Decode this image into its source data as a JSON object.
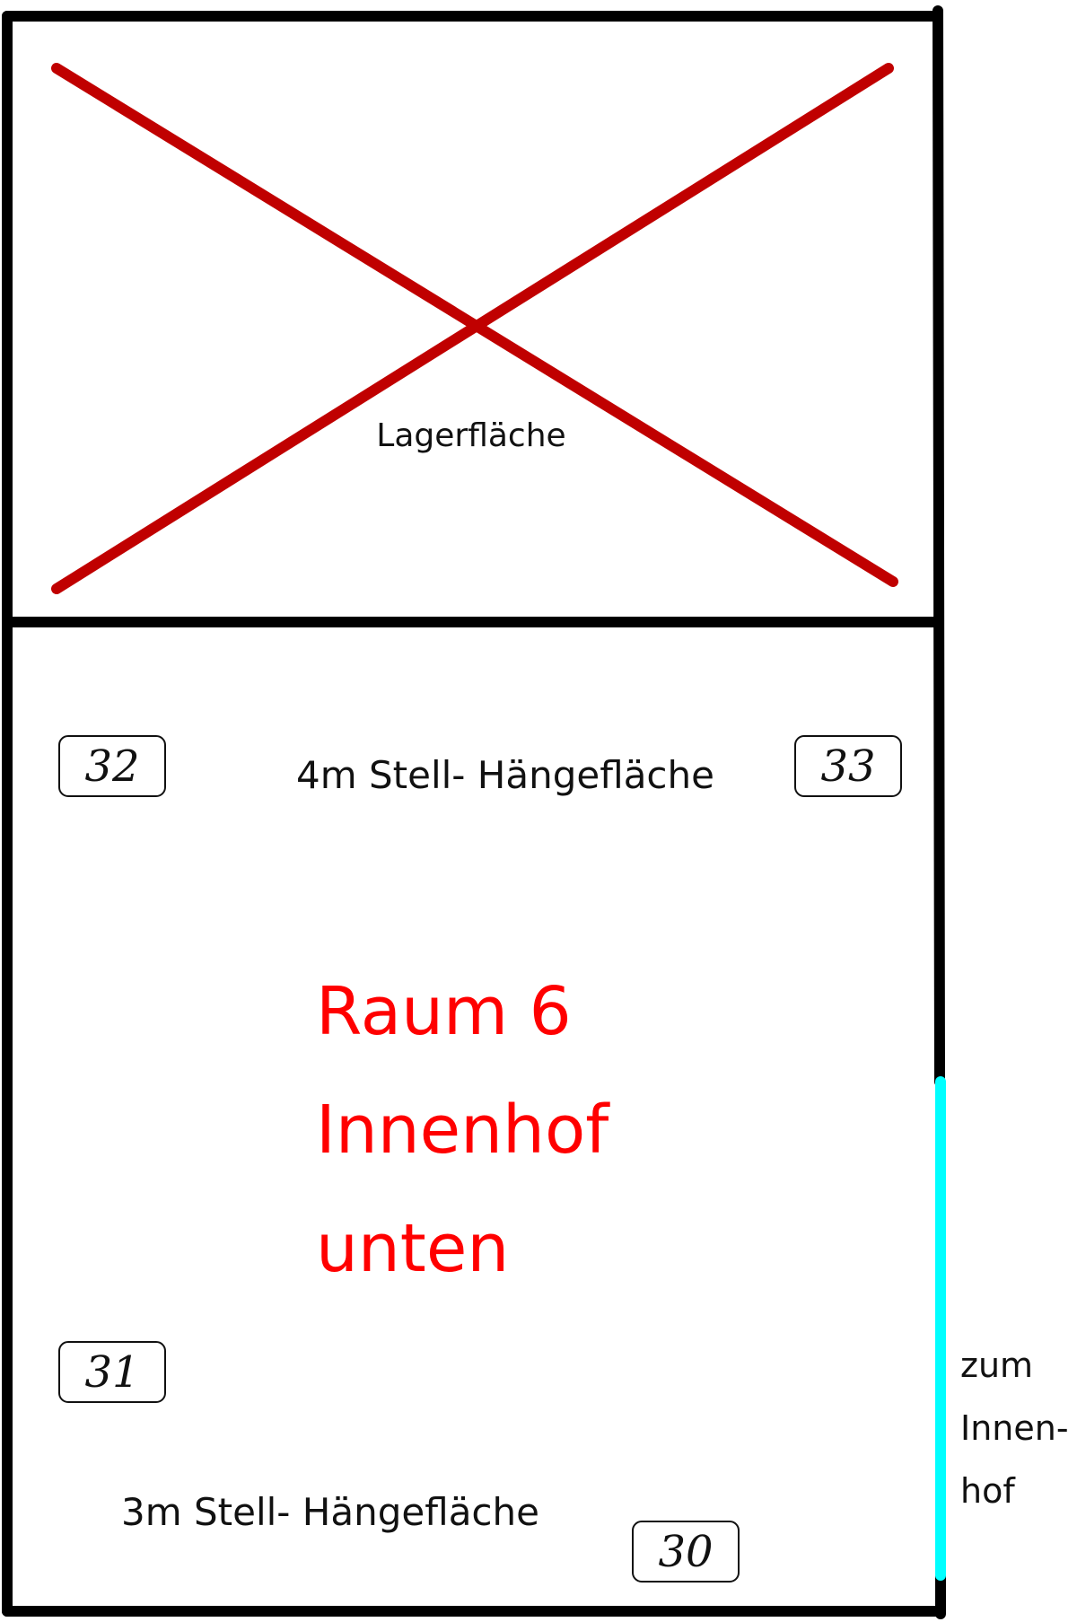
{
  "colors": {
    "wall": "#000000",
    "cross": "#c00000",
    "room_title": "#ff0000",
    "door": "#00ffff",
    "text": "#111111"
  },
  "storage": {
    "label": "Lagerfläche",
    "status_icon": "cross-out-icon"
  },
  "room": {
    "title_line1": "Raum 6",
    "title_line2": "Innenhof",
    "title_line3": "unten"
  },
  "areas": {
    "top_label": "4m Stell- Hängefläche",
    "bottom_label": "3m Stell- Hängefläche"
  },
  "spots": {
    "s32": "32",
    "s33": "33",
    "s31": "31",
    "s30": "30"
  },
  "door": {
    "line1": "zum",
    "line2": "Innen-",
    "line3": "hof"
  }
}
